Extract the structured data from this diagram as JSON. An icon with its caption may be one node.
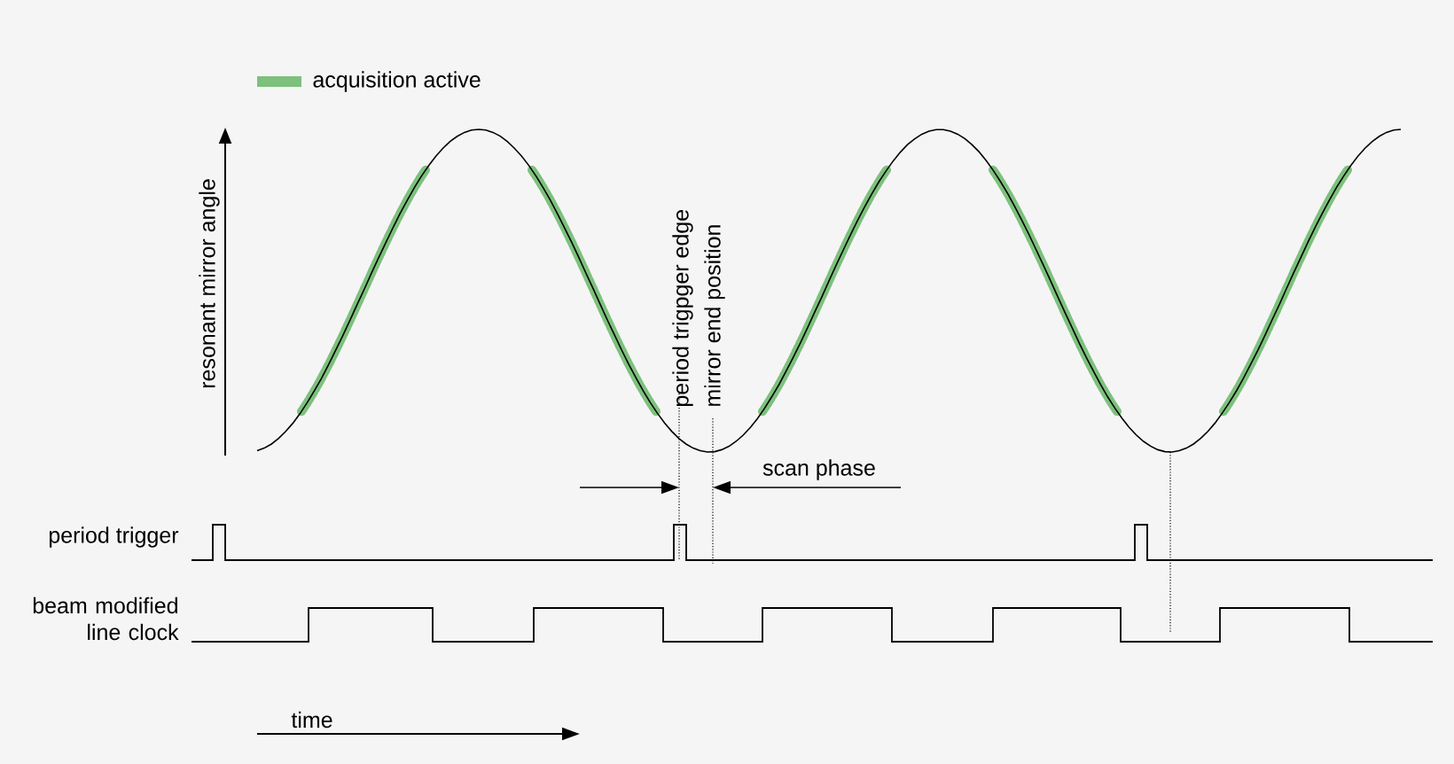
{
  "diagram": {
    "labels": [
      "resonant mirror angle",
      "period trigpger edge",
      "mirror end position",
      "scan phase",
      "period trigger",
      "beam modified line clock",
      "time"
    ],
    "legend": [
      {
        "text": "acquisition active",
        "color": "#7dc17d"
      }
    ]
  }
}
